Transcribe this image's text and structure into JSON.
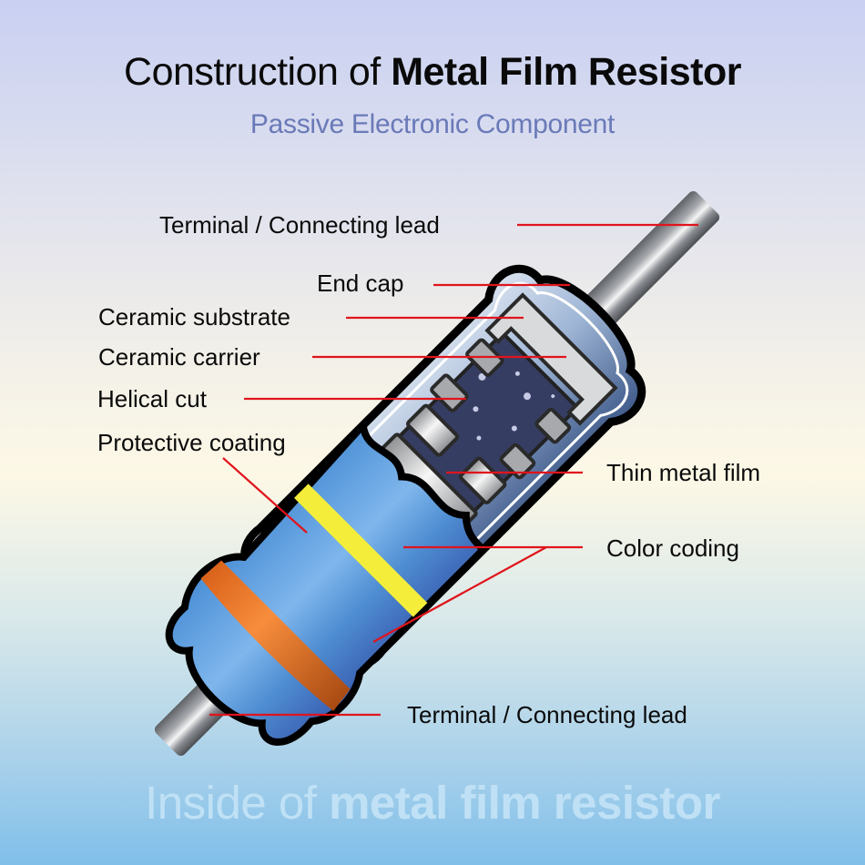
{
  "header": {
    "title_regular": "Construction of ",
    "title_bold": "Metal Film Resistor",
    "subtitle": "Passive Electronic Component"
  },
  "labels": {
    "terminal_top": "Terminal / Connecting lead",
    "end_cap": "End cap",
    "ceramic_substrate": "Ceramic substrate",
    "ceramic_carrier": "Ceramic carrier",
    "helical_cut": "Helical cut",
    "protective_coating": "Protective coating",
    "thin_metal_film": "Thin metal film",
    "color_coding": "Color coding",
    "terminal_bottom": "Terminal / Connecting lead"
  },
  "footer": {
    "text_regular": "Inside of ",
    "text_bold": "metal film resistor"
  },
  "colors": {
    "leader_line": "#e0141c",
    "coating_blue": "#5a9ee0",
    "band_yellow": "#f4ee3a",
    "band_orange": "#ee6a1a",
    "carrier_navy": "#363d62",
    "subtitle": "#6a7ab8"
  }
}
